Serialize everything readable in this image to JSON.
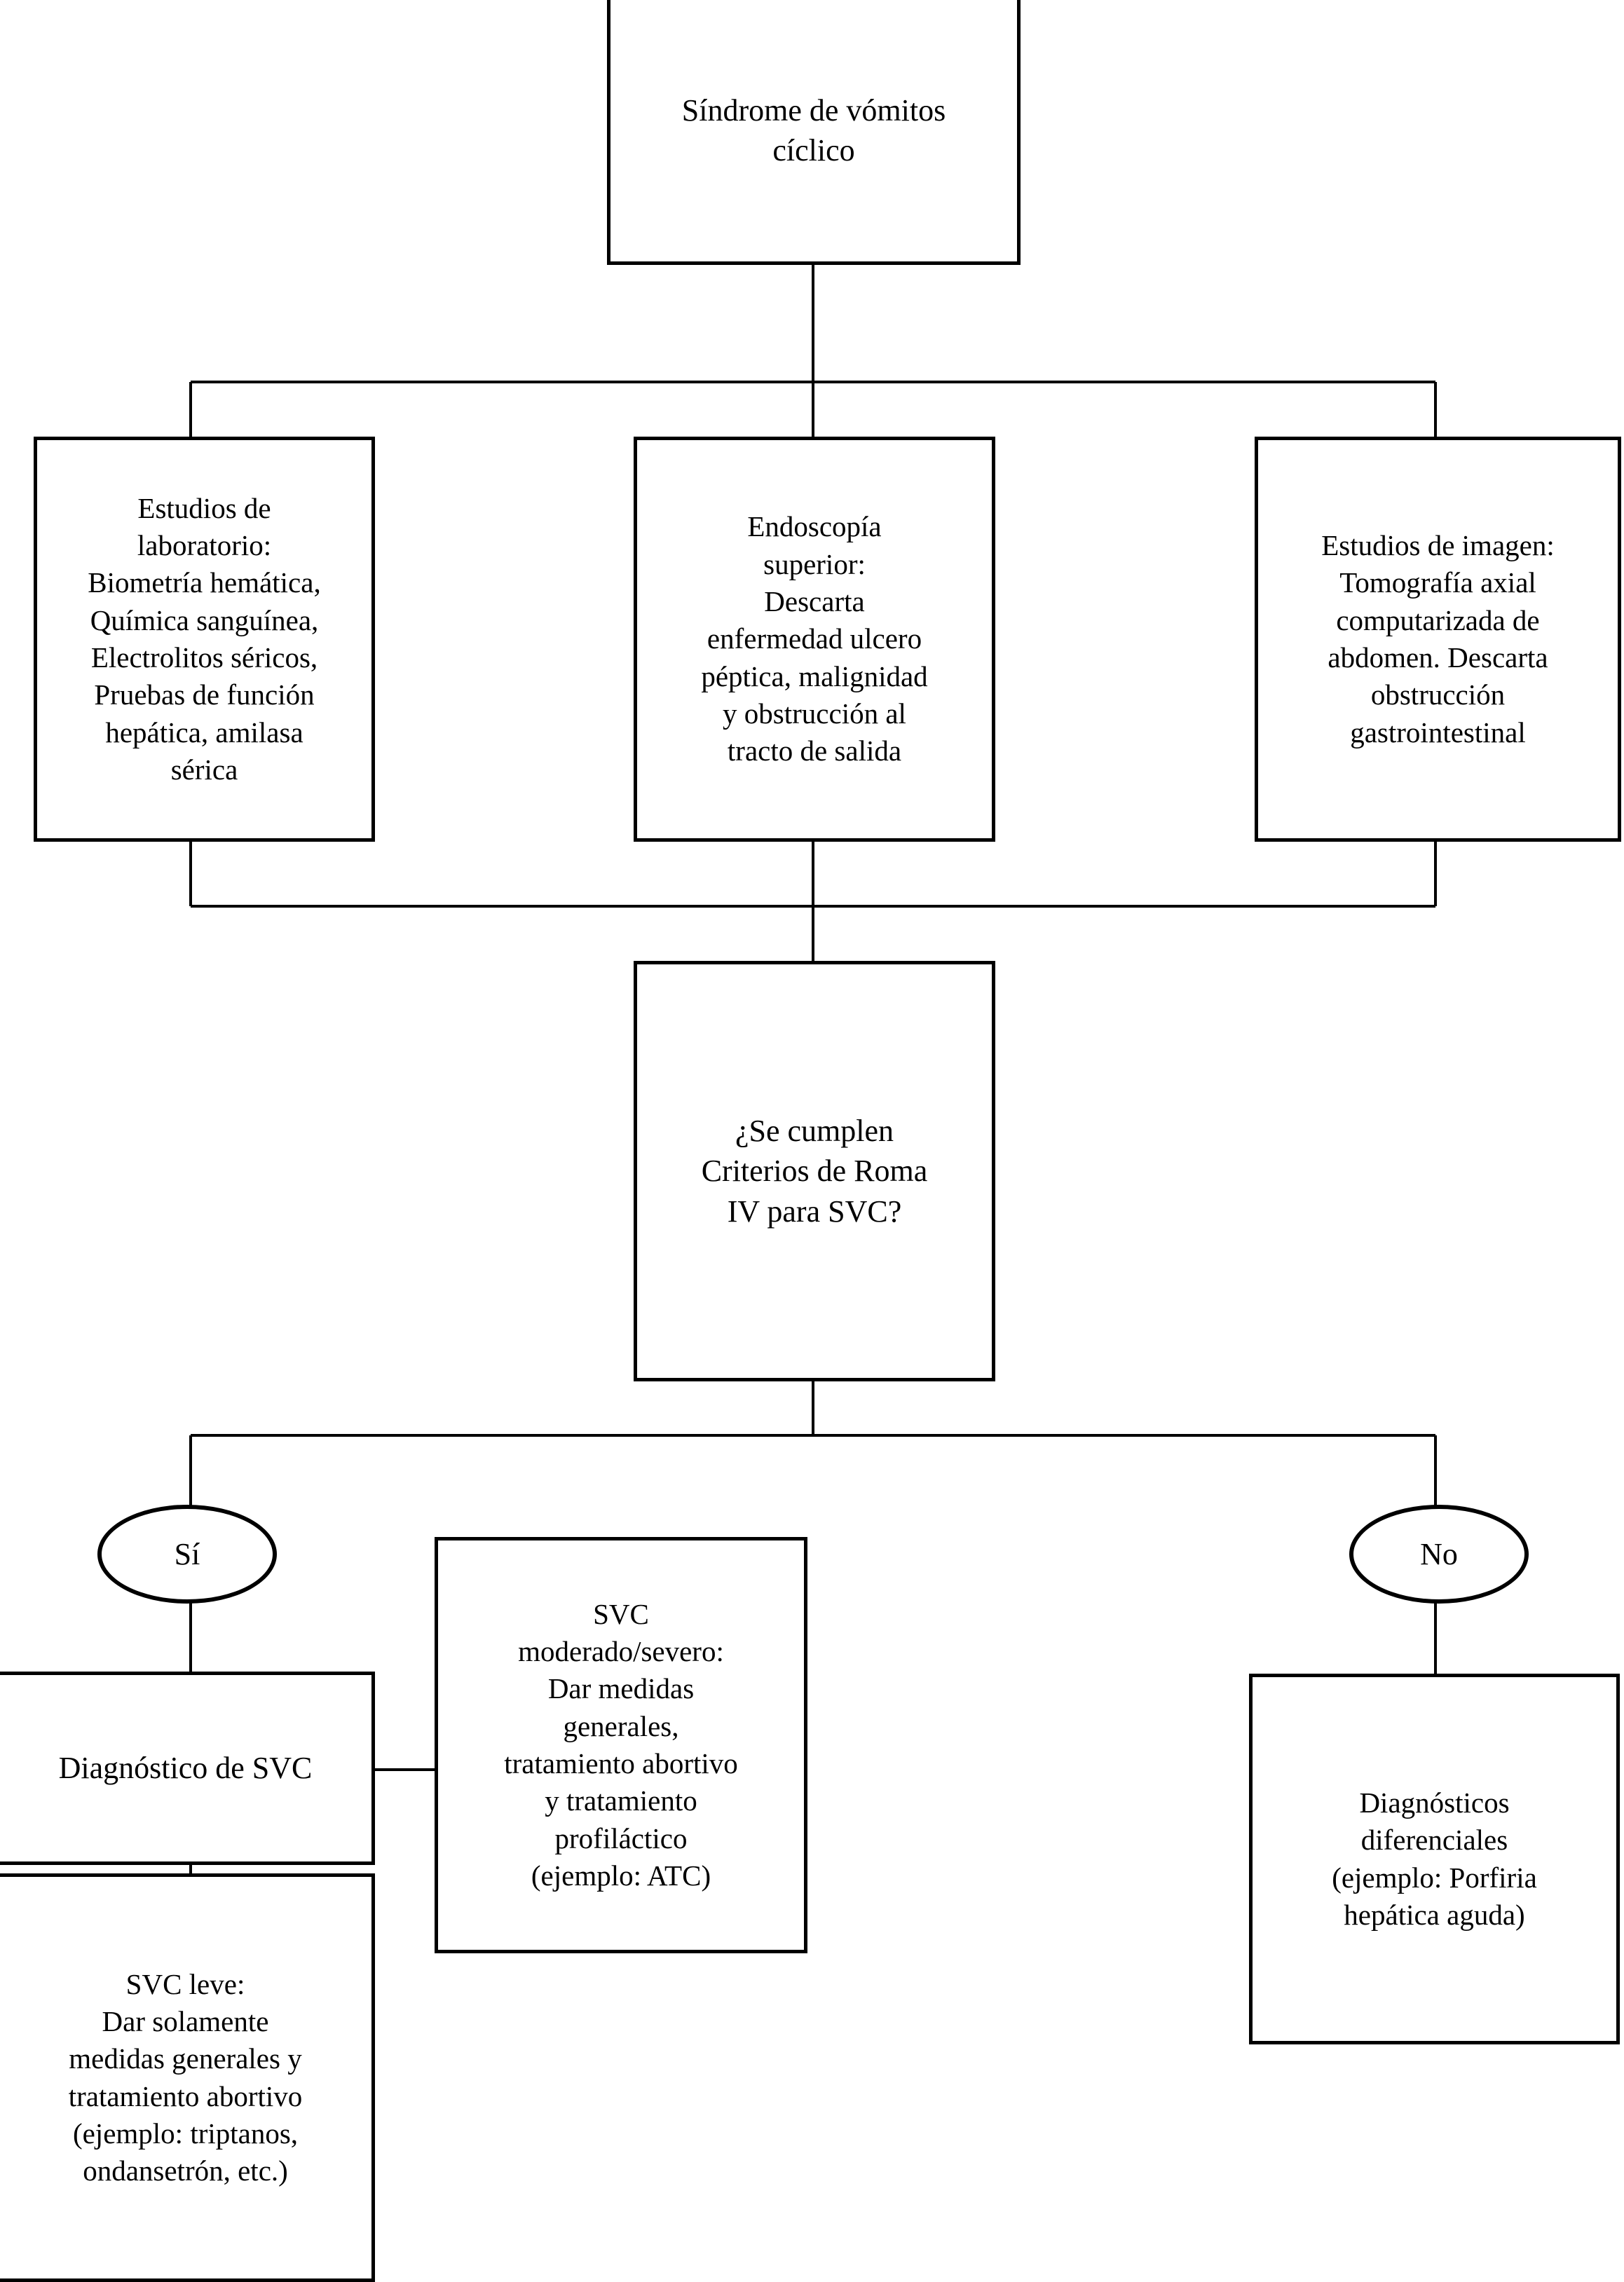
{
  "diagram": {
    "type": "flowchart",
    "title": "Algoritmo diagnostico-terapeutico del Sindrome de vomitos ciclico",
    "language": "es",
    "line_color": "#000000",
    "box_fill": "#ffffff",
    "text_color": "#000000"
  },
  "nodes": {
    "root": {
      "shape": "rectangle",
      "text": "Síndrome de vómitos\ncíclico"
    },
    "lab_studies": {
      "shape": "rectangle",
      "text": "Estudios de\nlaboratorio:\nBiometría hemática,\nQuímica sanguínea,\nElectrolitos séricos,\nPruebas de función\nhepática, amilasa\nsérica"
    },
    "endoscopy": {
      "shape": "rectangle",
      "text": "Endoscopía\nsuperior:\nDescarta\nenfermedad ulcero\npéptica, malignidad\ny obstrucción al\ntracto de salida"
    },
    "imaging": {
      "shape": "rectangle",
      "text": "Estudios de imagen:\nTomografía axial\ncomputarizada de\nabdomen. Descarta\nobstrucción\ngastrointestinal"
    },
    "decision": {
      "shape": "rectangle",
      "text": "¿Se cumplen\nCriterios de Roma\nIV para SVC?"
    },
    "yes": {
      "shape": "ellipse",
      "text": "Sí"
    },
    "no": {
      "shape": "ellipse",
      "text": "No"
    },
    "diagnosis": {
      "shape": "rectangle",
      "text": "Diagnóstico de SVC"
    },
    "moderate_severe": {
      "shape": "rectangle",
      "text": "SVC\nmoderado/severo:\nDar medidas\ngenerales,\ntratamiento abortivo\ny tratamiento\nprofiláctico\n(ejemplo: ATC)"
    },
    "mild": {
      "shape": "rectangle",
      "text": "SVC leve:\nDar solamente\nmedidas generales y\ntratamiento abortivo\n(ejemplo: triptanos,\nondansetrón, etc.)"
    },
    "differential": {
      "shape": "rectangle",
      "text": "Diagnósticos\ndiferenciales\n(ejemplo: Porfiria\nhepática aguda)"
    }
  },
  "edges": [
    {
      "from": "root",
      "to": "lab_studies",
      "label": ""
    },
    {
      "from": "root",
      "to": "endoscopy",
      "label": ""
    },
    {
      "from": "root",
      "to": "imaging",
      "label": ""
    },
    {
      "from": "lab_studies",
      "to": "decision",
      "label": ""
    },
    {
      "from": "endoscopy",
      "to": "decision",
      "label": ""
    },
    {
      "from": "imaging",
      "to": "decision",
      "label": ""
    },
    {
      "from": "decision",
      "to": "yes",
      "label": "Sí"
    },
    {
      "from": "decision",
      "to": "no",
      "label": "No"
    },
    {
      "from": "yes",
      "to": "diagnosis",
      "label": ""
    },
    {
      "from": "diagnosis",
      "to": "moderate_severe",
      "label": ""
    },
    {
      "from": "diagnosis",
      "to": "mild",
      "label": ""
    },
    {
      "from": "no",
      "to": "differential",
      "label": ""
    }
  ]
}
